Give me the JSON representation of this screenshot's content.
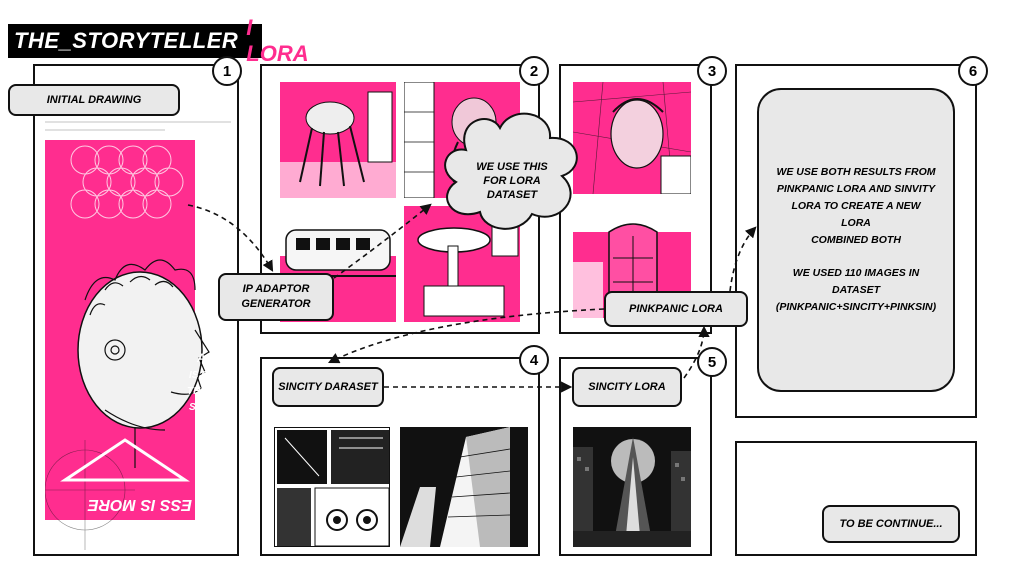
{
  "header": {
    "title": "THE_STORYTELLER",
    "accent": "I LORA"
  },
  "panels": [
    {
      "number": "1"
    },
    {
      "number": "2"
    },
    {
      "number": "3"
    },
    {
      "number": "4"
    },
    {
      "number": "5"
    },
    {
      "number": "6"
    }
  ],
  "labels": {
    "initial_drawing": "INITIAL DRAWING",
    "ip_adaptor": "IP ADAPTOR\nGENERATOR",
    "cloud_note": "WE USE THIS\nFOR LORA\nDATASET",
    "pinkpanic_lora": "PINKPANIC LORA",
    "sincity_dataset": "SINCITY DARASET",
    "sincity_lora": "SINCITY LORA",
    "combined_note": "WE USE BOTH RESULTS FROM\nPINKPANIC LORA AND SINVITY\nLORA TO CREATE A NEW LORA\nCOMBINED BOTH\n\nWE USED 110 IMAGES IN\nDATASET\n(PINKPANIC+SINCITY+PINKSIN)",
    "to_be_continued": "TO BE CONTINUE..."
  },
  "art_text": [
    "ART",
    "IS CHA",
    "THAKING",
    "SHARE",
    "ESS IS MORE"
  ],
  "colors": {
    "accent": "#ff2d8f",
    "ink": "#111111",
    "label_fill": "#e8e8e8"
  }
}
